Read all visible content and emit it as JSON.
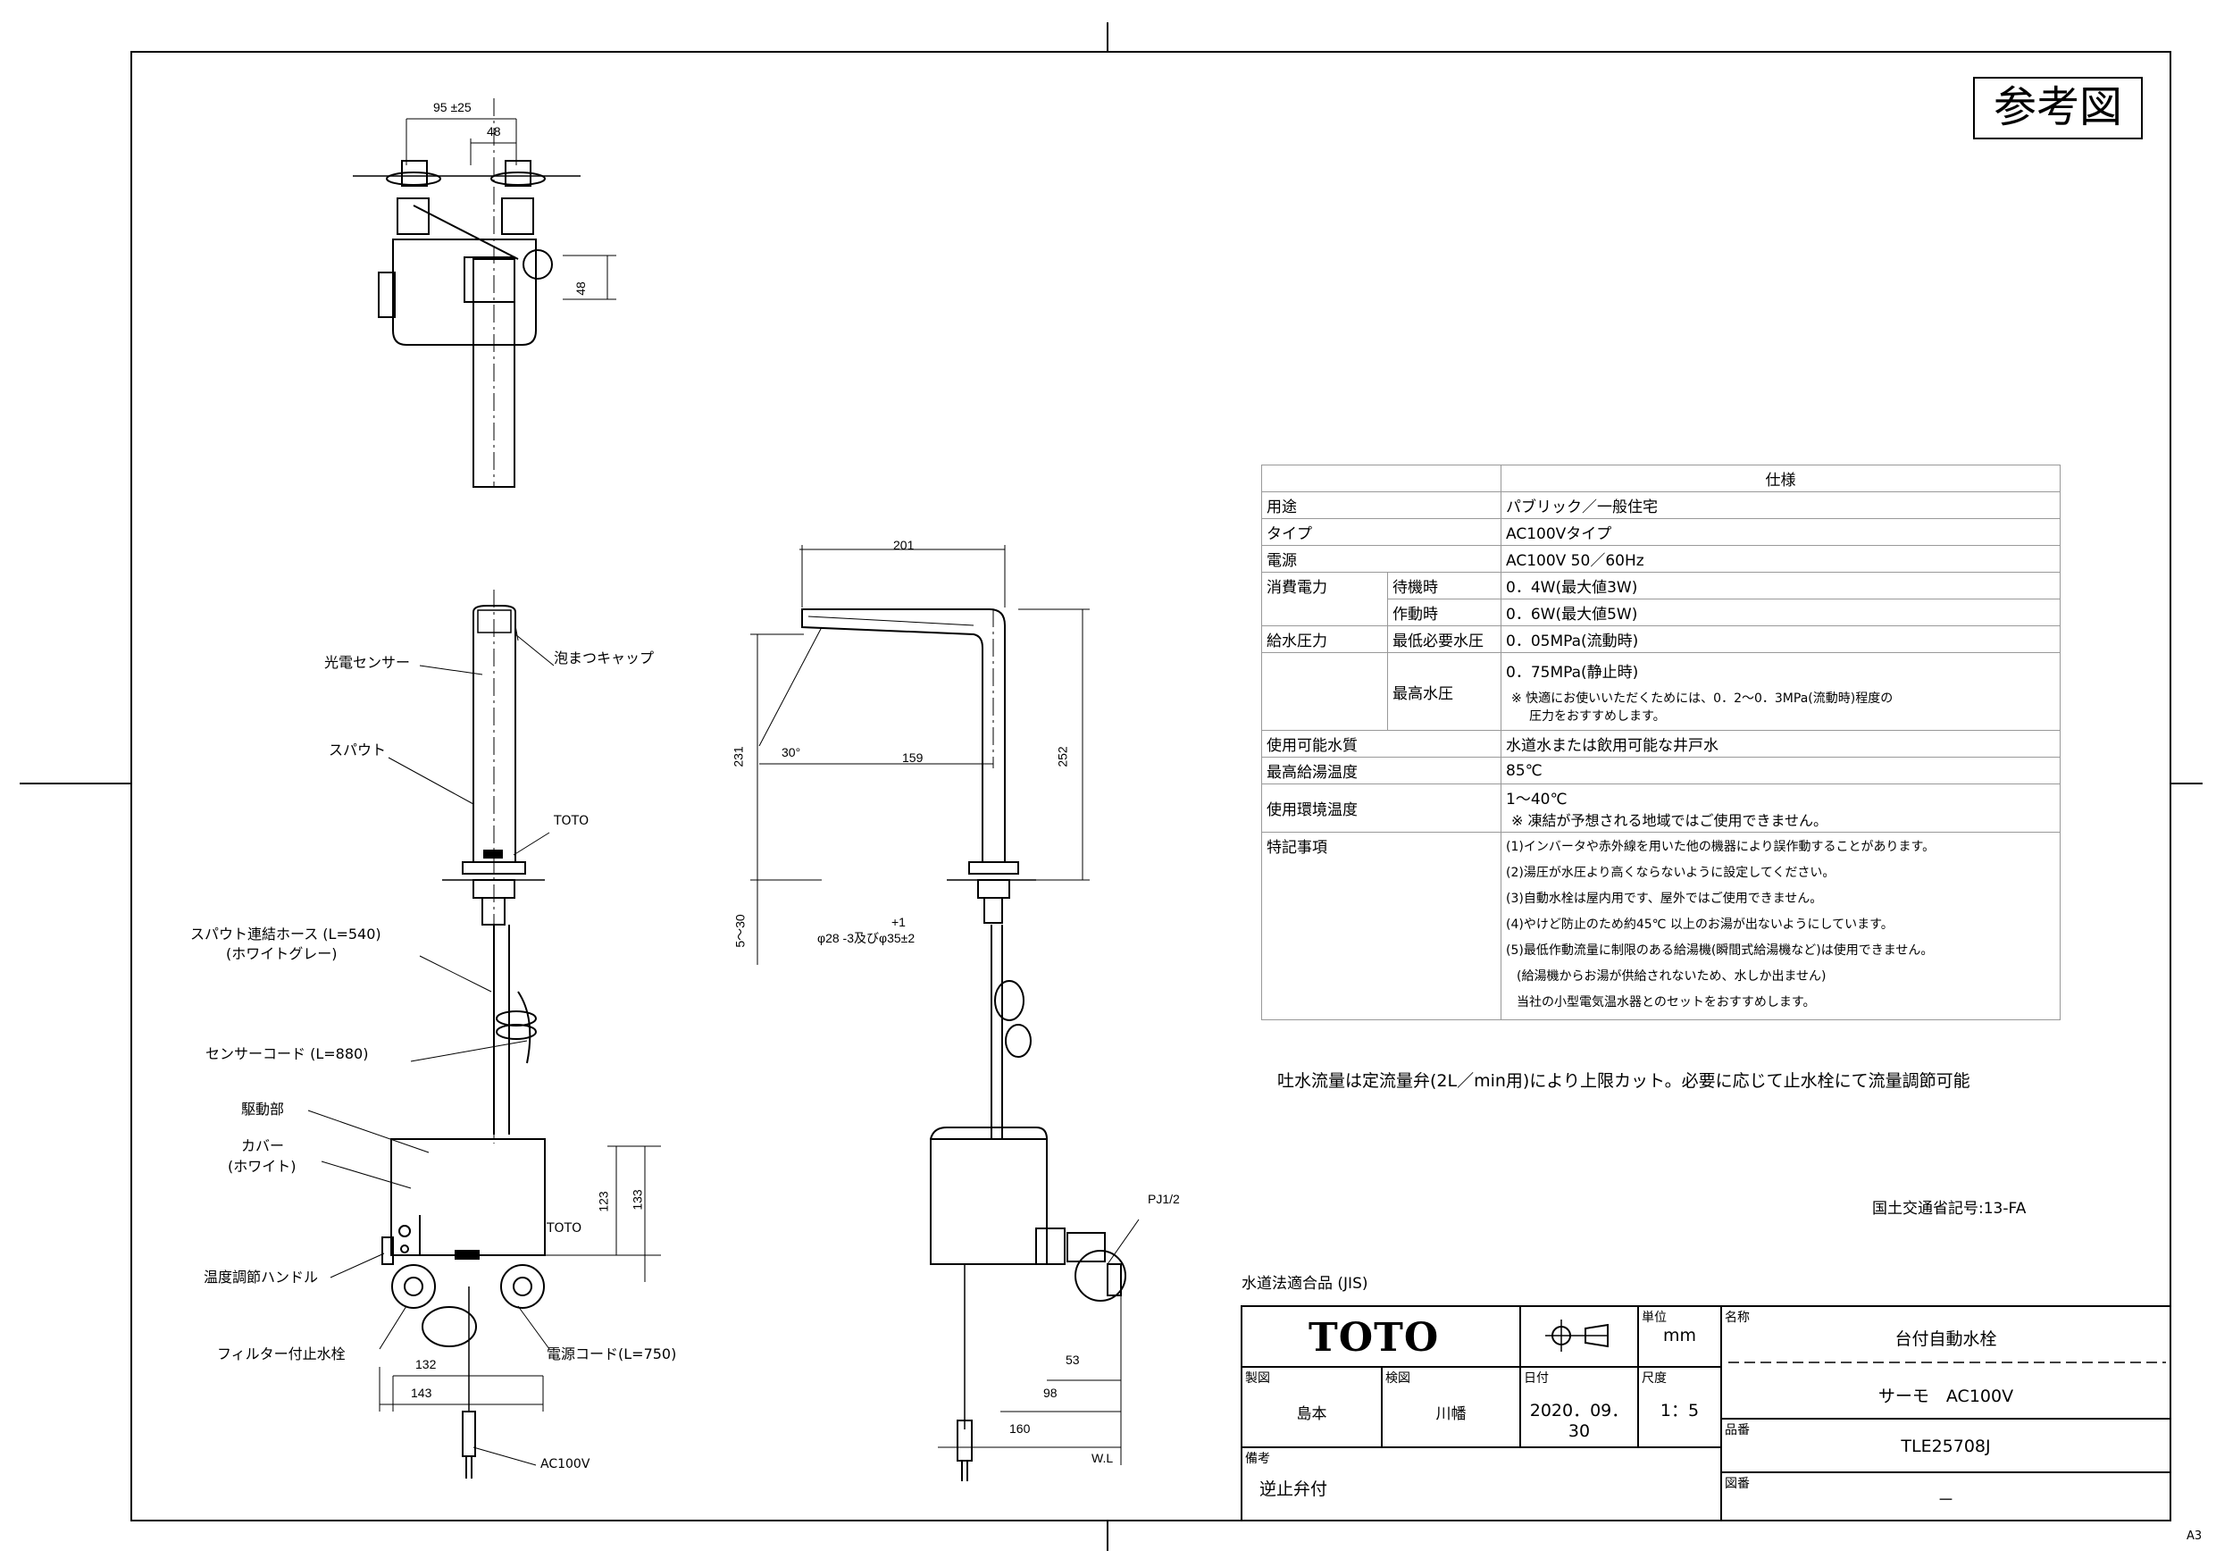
{
  "reference_stamp": "参考図",
  "top_view_dims": {
    "d95": "95 ±25",
    "d48h": "48",
    "d48v": "48"
  },
  "front_view_labels": {
    "sensor": "光電センサー",
    "aerator": "泡まつキャップ",
    "spout": "スパウト",
    "toto_brand": "TOTO",
    "hose": "スパウト連結ホース (L=540)",
    "hose_color": "(ホワイトグレー)",
    "sensor_cord": "センサーコード (L=880)",
    "drive": "駆動部",
    "cover": "カバー",
    "cover_color": "(ホワイト)",
    "toto_brand2": "TOTO",
    "temp_handle": "温度調節ハンドル",
    "filter_valve": "フィルター付止水栓",
    "power_cord": "電源コード(L=750)",
    "plug": "AC100V",
    "d132": "132",
    "d143": "143",
    "d123": "123",
    "d133": "133"
  },
  "side_view_labels": {
    "d201": "201",
    "d30deg": "30°",
    "d159": "159",
    "d231": "231",
    "d252": "252",
    "d5_30": "5～30",
    "hole_tol": "+1",
    "hole": "φ28 -3及びφ35±2",
    "pj": "PJ1/2",
    "d53": "53",
    "d98": "98",
    "d160": "160",
    "wl": "W.L"
  },
  "spec_table": {
    "header": "仕様",
    "rows": {
      "use_k": "用途",
      "use_v": "パブリック／一般住宅",
      "type_k": "タイプ",
      "type_v": "AC100Vタイプ",
      "power_k": "電源",
      "power_v": "AC100V 50／60Hz",
      "consump_k": "消費電力",
      "standby_k": "待機時",
      "standby_v": "0．4W(最大値3W)",
      "active_k": "作動時",
      "active_v": "0．6W(最大値5W)",
      "pressure_k": "給水圧力",
      "minp_k": "最低必要水圧",
      "minp_v": "0．05MPa(流動時)",
      "maxp_k": "最高水圧",
      "maxp_v": "0．75MPa(静止時)",
      "maxp_note1": "※ 快適にお使いいただくためには、0．2～0．3MPa(流動時)程度の",
      "maxp_note2": "圧力をおすすめします。",
      "water_k": "使用可能水質",
      "water_v": "水道水または飲用可能な井戸水",
      "hot_k": "最高給湯温度",
      "hot_v": "85℃",
      "env_k": "使用環境温度",
      "env_v": "1～40℃",
      "env_note": "※ 凍結が予想される地域ではご使用できません。",
      "notes_k": "特記事項",
      "n1": "(1)インバータや赤外線を用いた他の機器により誤作動することがあります。",
      "n2": "(2)湯圧が水圧より高くならないように設定してください。",
      "n3": "(3)自動水栓は屋内用です、屋外ではご使用できません。",
      "n4": "(4)やけど防止のため約45℃ 以上のお湯が出ないようにしています。",
      "n5": "(5)最低作動流量に制限のある給湯機(瞬間式給湯機など)は使用できません。",
      "n6": "(給湯機からお湯が供給されないため、水しか出ません)",
      "n7": "当社の小型電気温水器とのセットをおすすめします。"
    }
  },
  "flow_note": "吐水流量は定流量弁(2L／min用)により上限カット。必要に応じて止水栓にて流量調節可能",
  "mlit_code": "国土交通省記号:13-FA",
  "jis_note": "水道法適合品 (JIS)",
  "title_block": {
    "logo": "TOTO",
    "unit_cap": "単位",
    "unit_val": "mm",
    "name_cap": "名称",
    "name_val": "台付自動水栓",
    "drawn_cap": "製図",
    "drawn_val": "島本",
    "checked_cap": "検図",
    "checked_val": "川幡",
    "date_cap": "日付",
    "date_val": "2020．09．30",
    "scale_cap": "尺度",
    "scale_val": "1：5",
    "subname_val": "サーモ　AC100V",
    "part_cap": "品番",
    "part_val": "TLE25708J",
    "remark_cap": "備考",
    "remark_val": "逆止弁付",
    "dwg_cap": "図番",
    "dwg_val": "－"
  },
  "sheet_size": "A3"
}
